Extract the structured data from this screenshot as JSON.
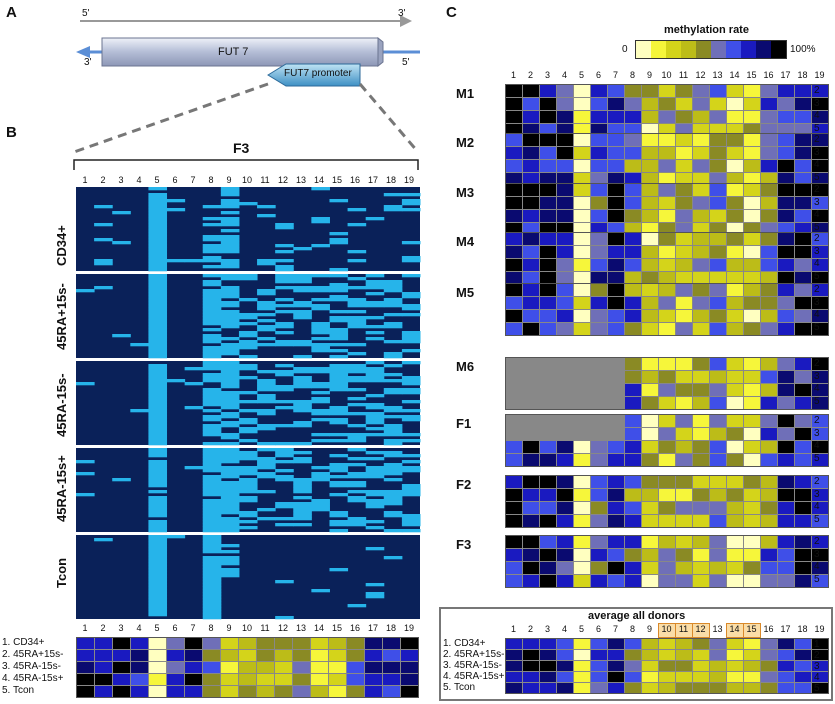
{
  "panels": {
    "A": "A",
    "B": "B",
    "C": "C"
  },
  "panelA": {
    "strand_5_top": "5'",
    "strand_3_top": "3'",
    "strand_3_bottom": "3'",
    "strand_5_bottom": "5'",
    "gene_label": "FUT 7",
    "promoter_label": "FUT7 promoter"
  },
  "panelB": {
    "region_label": "F3",
    "column_numbers": [
      "1",
      "2",
      "3",
      "4",
      "5",
      "6",
      "7",
      "8",
      "9",
      "10",
      "11",
      "12",
      "13",
      "14",
      "15",
      "16",
      "17",
      "18",
      "19"
    ],
    "groups": [
      "CD34+",
      "45RA+15s-",
      "45RA-15s-",
      "45RA-15s+",
      "Tcon"
    ],
    "legend_items": [
      "1. CD34+",
      "2. 45RA+15s-",
      "3. 45RA-15s-",
      "4. 45RA-15s+",
      "5. Tcon"
    ],
    "colors": {
      "methylated": "#0a2159",
      "unmethylated": "#26b4ea"
    }
  },
  "panelC": {
    "scale_title": "methylation rate",
    "scale_min": "0",
    "scale_max": "100%",
    "scale_colors": [
      "#ffffc0",
      "#f6f63a",
      "#d4d41a",
      "#bcbc18",
      "#8a8a24",
      "#6f6fb8",
      "#3f4fe8",
      "#1a1ac0",
      "#0a0a70",
      "#000000"
    ],
    "column_numbers": [
      "1",
      "2",
      "3",
      "4",
      "5",
      "6",
      "7",
      "8",
      "9",
      "10",
      "11",
      "12",
      "13",
      "14",
      "15",
      "16",
      "17",
      "18",
      "19"
    ],
    "blocks": [
      "M1",
      "M2",
      "M3",
      "M4",
      "M5",
      "M6",
      "F1",
      "F2",
      "F3"
    ],
    "row_numbers": [
      "1",
      "2",
      "3",
      "4",
      "5"
    ],
    "average_title": "average all donors",
    "average_items": [
      "1. CD34+",
      "2. 45RA+15s-",
      "3. 45RA-15s-",
      "4. 45RA-15s+",
      "5. Tcon"
    ],
    "highlight_columns": [
      "10",
      "11",
      "12",
      "14",
      "15"
    ]
  }
}
